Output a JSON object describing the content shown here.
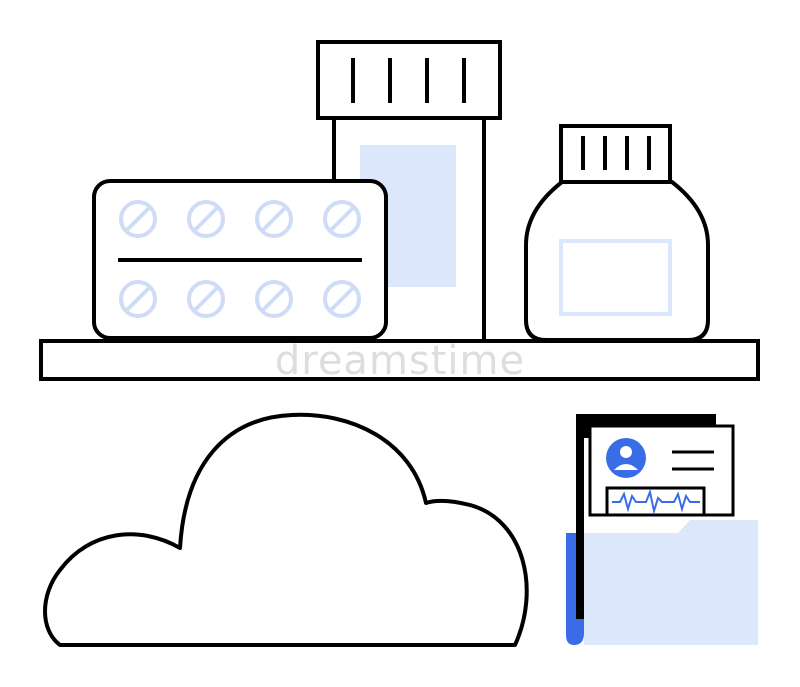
{
  "watermark": {
    "brand": "dreamstime"
  },
  "colors": {
    "stroke": "#000000",
    "light_blue": "#dde7fb",
    "icon_blue": "#cfdcf6",
    "accent_blue": "#3b6ce8",
    "background": "#ffffff"
  },
  "icons": [
    "pill-blister-pack",
    "medicine-bottle",
    "medicine-jar",
    "shelf",
    "cloud",
    "medical-record-folder",
    "user-avatar",
    "heartbeat-line"
  ]
}
